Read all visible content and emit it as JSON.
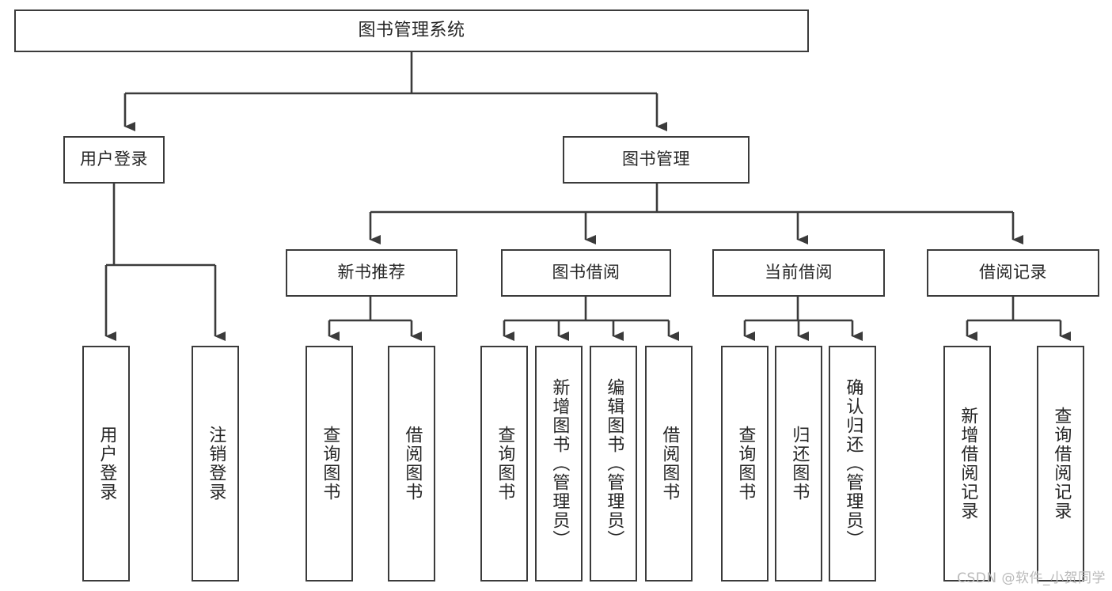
{
  "diagram": {
    "title": "图书管理系统",
    "type": "tree-hierarchy-diagram",
    "colors": {
      "box_border": "#3b3b3b",
      "box_fill": "#ffffff",
      "connector": "#3b3b3b",
      "text": "#262626",
      "watermark": "#b9b9b9",
      "background": "#ffffff"
    },
    "root": {
      "id": "root",
      "label": "图书管理系统"
    },
    "level2": [
      {
        "id": "user-login",
        "label": "用户登录"
      },
      {
        "id": "book-manage",
        "label": "图书管理"
      }
    ],
    "level3": [
      {
        "id": "new-book-recommend",
        "label": "新书推荐"
      },
      {
        "id": "book-borrow",
        "label": "图书借阅"
      },
      {
        "id": "current-borrow",
        "label": "当前借阅"
      },
      {
        "id": "borrow-record",
        "label": "借阅记录"
      }
    ],
    "leaves": {
      "user_login": [
        {
          "id": "leaf-user-login",
          "label": "用户登录"
        },
        {
          "id": "leaf-logout-login",
          "label": "注销登录"
        }
      ],
      "new_book_recommend": [
        {
          "id": "leaf-query-book-1",
          "label": "查询图书"
        },
        {
          "id": "leaf-borrow-book-1",
          "label": "借阅图书"
        }
      ],
      "book_borrow": [
        {
          "id": "leaf-query-book-2",
          "label": "查询图书"
        },
        {
          "id": "leaf-add-book",
          "label": "新增图书（管理员）"
        },
        {
          "id": "leaf-edit-book",
          "label": "编辑图书（管理员）"
        },
        {
          "id": "leaf-borrow-book-2",
          "label": "借阅图书"
        }
      ],
      "current_borrow": [
        {
          "id": "leaf-query-book-3",
          "label": "查询图书"
        },
        {
          "id": "leaf-return-book",
          "label": "归还图书"
        },
        {
          "id": "leaf-confirm-return",
          "label": "确认归还（管理员）"
        }
      ],
      "borrow_record": [
        {
          "id": "leaf-add-record",
          "label": "新增借阅记录"
        },
        {
          "id": "leaf-query-record",
          "label": "查询借阅记录"
        }
      ]
    },
    "watermark": "CSDN @软件_小贺同学"
  }
}
